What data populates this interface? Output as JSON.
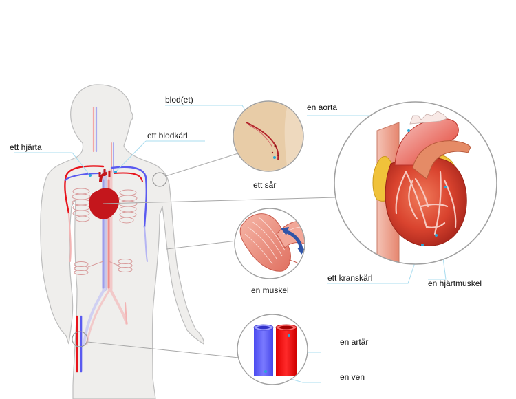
{
  "labels": {
    "blood": "blod(et)",
    "aorta": "en aorta",
    "vessel": "ett blodkärl",
    "heart": "ett hjärta",
    "wound": "ett sår",
    "muscle": "en muskel",
    "coronary": "ett kranskärl",
    "heart_muscle": "en hjärtmuskel",
    "artery": "en artär",
    "vein": "en ven"
  },
  "colors": {
    "artery": "#e8141c",
    "vein": "#5a5af0",
    "heart": "#c4161c",
    "body": "#efeeec",
    "outline": "#bdbdbd",
    "leader": "#9fd4ea"
  }
}
